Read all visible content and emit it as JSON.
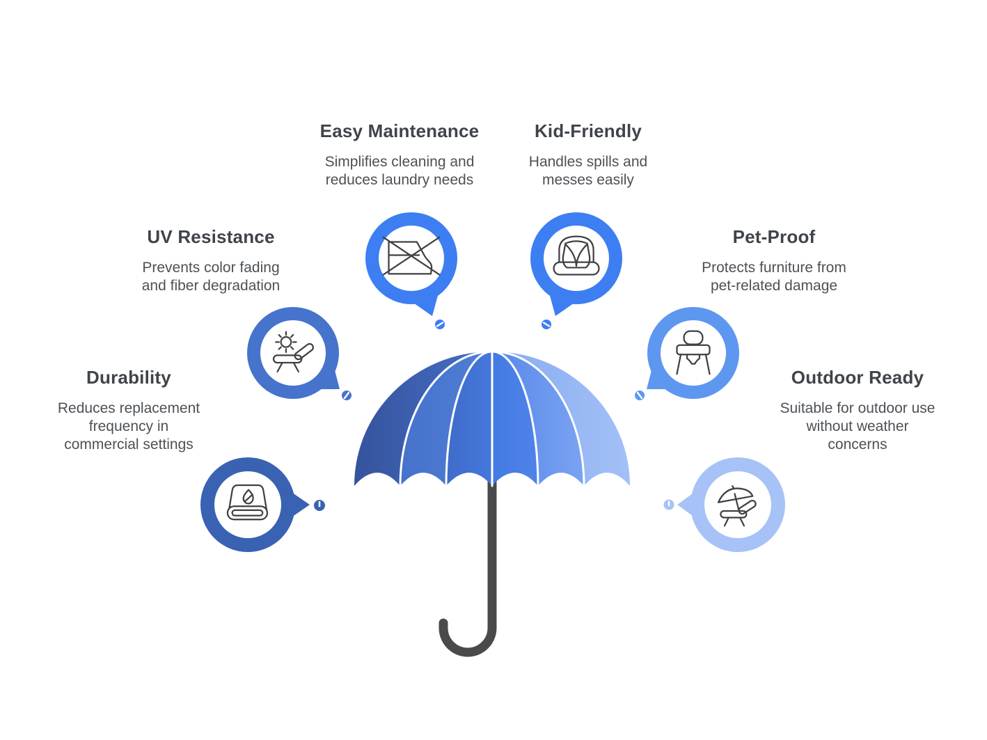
{
  "colors": {
    "background": "#ffffff",
    "heading_text": "#3f444a",
    "body_text": "#4c5156",
    "icon_stroke": "#3f4043",
    "seam": "#ffffff",
    "pole": "#4a4a4b"
  },
  "features": [
    {
      "id": "easy-maintenance",
      "title": "Easy Maintenance",
      "desc_lines": [
        "Simplifies cleaning and",
        "reduces laundry needs"
      ],
      "color": "#3d7ef2",
      "icon": "no-iron-icon"
    },
    {
      "id": "kid-friendly",
      "title": "Kid-Friendly",
      "desc_lines": [
        "Handles spills and",
        "messes easily"
      ],
      "color": "#3d7ef2",
      "icon": "child-car-seat-icon"
    },
    {
      "id": "uv-resistance",
      "title": "UV Resistance",
      "desc_lines": [
        "Prevents color fading",
        "and fiber degradation"
      ],
      "color": "#4673cc",
      "icon": "sun-lounger-icon"
    },
    {
      "id": "pet-proof",
      "title": "Pet-Proof",
      "desc_lines": [
        "Protects furniture from",
        "pet-related damage"
      ],
      "color": "#5d97f0",
      "icon": "high-chair-icon"
    },
    {
      "id": "durability",
      "title": "Durability",
      "desc_lines": [
        "Reduces replacement",
        "frequency in",
        "commercial settings"
      ],
      "color": "#3a62b2",
      "icon": "folded-towel-drop-icon"
    },
    {
      "id": "outdoor-ready",
      "title": "Outdoor Ready",
      "desc_lines": [
        "Suitable for outdoor use",
        "without weather",
        "concerns"
      ],
      "color": "#a6c2f6",
      "icon": "beach-umbrella-lounger-icon"
    }
  ],
  "umbrella": {
    "panels": [
      [
        "#35539d",
        "#466fc6"
      ],
      [
        "#4672cb",
        "#507ed6"
      ],
      [
        "#3f6cc9",
        "#4677dd"
      ],
      [
        "#437ae2",
        "#4f83ea"
      ],
      [
        "#5787e9",
        "#7aa3f1"
      ],
      [
        "#87acf0",
        "#a3c0f7"
      ]
    ],
    "pole_color": "#4a4a4b",
    "seam_color": "#ffffff"
  }
}
